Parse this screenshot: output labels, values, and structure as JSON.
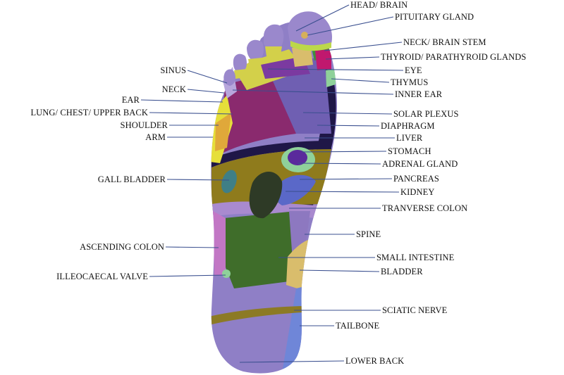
{
  "labels_right": {
    "head_brain": "HEAD/ BRAIN",
    "pituitary_gland": "PITUITARY GLAND",
    "neck_brain_stem": "NECK/ BRAIN STEM",
    "thyroid_parathyroid": "THYROID/ PARATHYROID GLANDS",
    "eye": "EYE",
    "thymus": "THYMUS",
    "inner_ear": "INNER EAR",
    "solar_plexus": "SOLAR PLEXUS",
    "diaphragm": "DIAPHRAGM",
    "liver": "LIVER",
    "stomach": "STOMACH",
    "adrenal_gland": "ADRENAL GLAND",
    "pancreas": "PANCREAS",
    "kidney": "KIDNEY",
    "transverse_colon": "TRANVERSE COLON",
    "spine": "SPINE",
    "small_intestine": "SMALL INTESTINE",
    "bladder": "BLADDER",
    "sciatic_nerve": "SCIATIC NERVE",
    "tailbone": "TAILBONE",
    "lower_back": "LOWER BACK"
  },
  "labels_left": {
    "sinus": "SINUS",
    "neck": "NECK",
    "ear": "EAR",
    "lung_chest_upper_back": "LUNG/ CHEST/ UPPER BACK",
    "shoulder": "SHOULDER",
    "arm": "ARM",
    "gall_bladder": "GALL BLADDER",
    "ascending_colon": "ASCENDING COLON",
    "illeocaecal_valve": "ILLEOCAECAL VALVE"
  },
  "colors": {
    "heel_lavender": "#8f7fc6",
    "lower_back_blue": "#6f86d8",
    "liver_olive": "#8f7b1c",
    "colon_green": "#3f6d2a",
    "dark_navy": "#1f1747",
    "lung_magenta": "#8a2a6e",
    "toe_lavender": "#9a88cc",
    "yellow": "#e6df3a",
    "tan": "#d9bd6c",
    "light_green": "#8fd19a",
    "leader_line": "#3a4f8f"
  }
}
